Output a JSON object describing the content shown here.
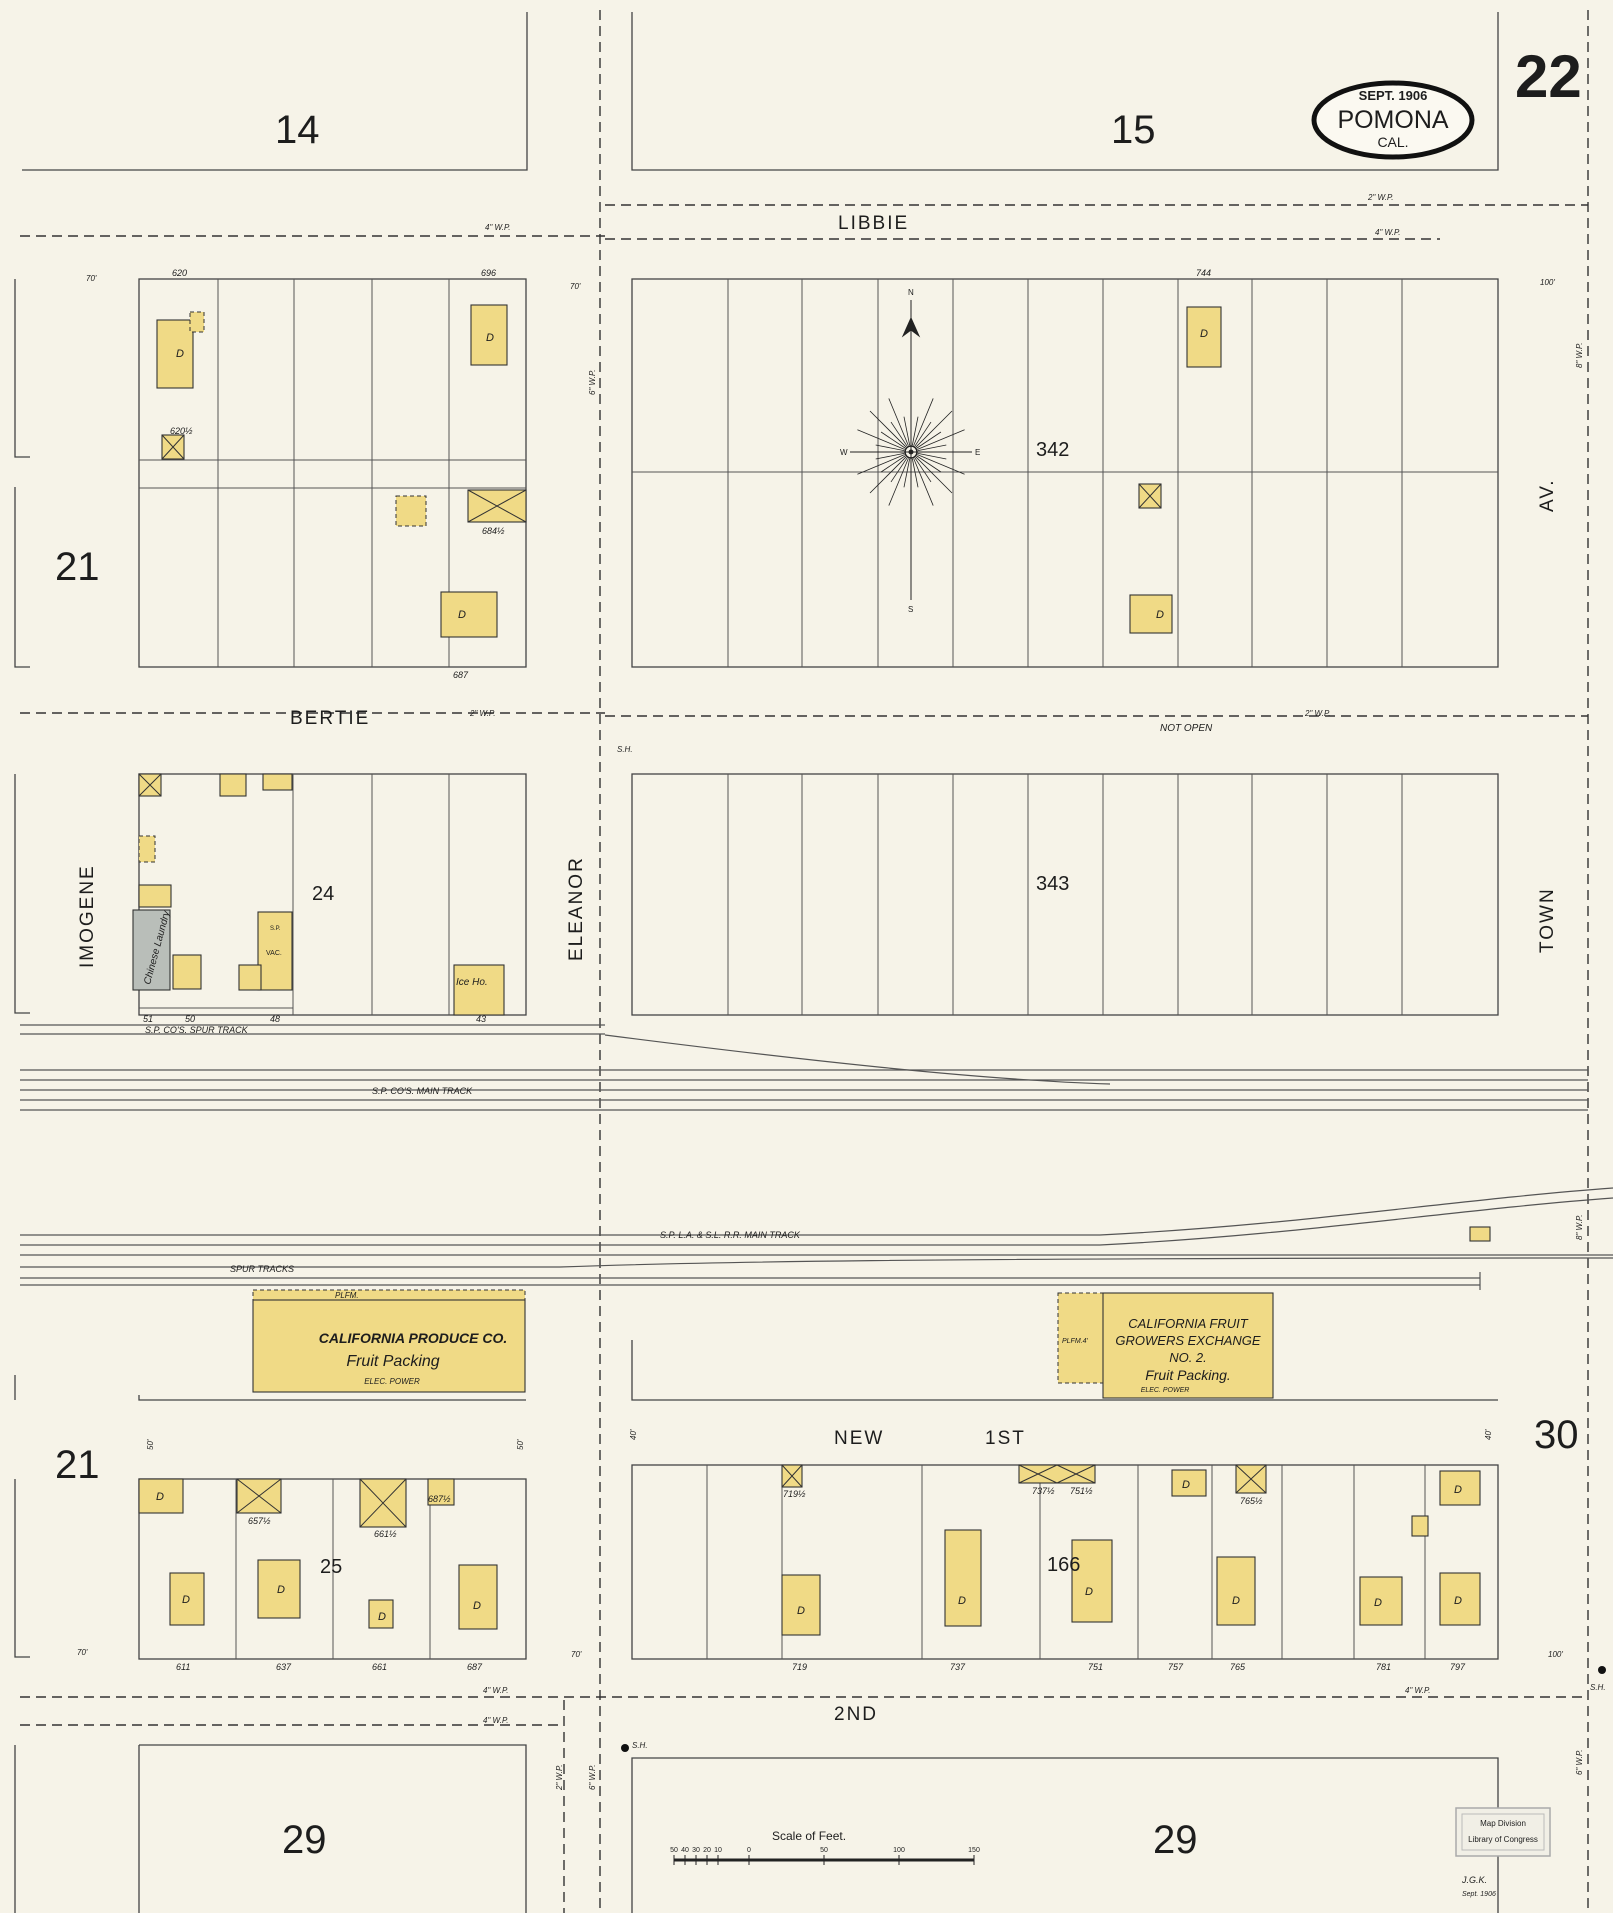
{
  "sheet": {
    "number": "22",
    "date": "SEPT. 1906",
    "city": "POMONA",
    "state": "CAL.",
    "surveyor": "J.G.K.",
    "survey_date": "Sept. 1906",
    "stamp_lines": [
      "Map Division",
      "Library of Congress"
    ]
  },
  "blocks": {
    "b14": "14",
    "b15": "15",
    "b21_top": "21",
    "b24": "24",
    "b342": "342",
    "b343": "343",
    "b21_bottom": "21",
    "b25": "25",
    "b166": "166",
    "b30": "30",
    "b29_left": "29",
    "b29_right": "29"
  },
  "streets": {
    "libbie": "LIBBIE",
    "bertie": "BERTIE",
    "imogene": "IMOGENE",
    "eleanor": "ELEANOR",
    "town": "TOWN",
    "av": "AV.",
    "new": "NEW",
    "first": "1ST",
    "second": "2ND",
    "not_open": "NOT OPEN"
  },
  "compass": {
    "n": "N",
    "s": "S",
    "e": "E",
    "w": "W"
  },
  "addresses": {
    "a620": "620",
    "a696": "696",
    "a744": "744",
    "a687": "687",
    "a684": "684½",
    "a620b": "620½",
    "a51": "51",
    "a50": "50",
    "a48": "48",
    "a43": "43",
    "a611": "611",
    "a637": "637",
    "a661": "661",
    "a687b": "687",
    "a657": "657½",
    "a661b": "661½",
    "a687c": "687½",
    "a719": "719",
    "a737": "737",
    "a751": "751",
    "a757": "757",
    "a765": "765",
    "a781": "781",
    "a797": "797",
    "a719b": "719½",
    "a737b": "737½",
    "a751b": "751½",
    "a765b": "765½"
  },
  "labels": {
    "chinese_laundry": "Chinese Laundry",
    "ice_ho": "Ice Ho.",
    "vac": "VAC.",
    "sp": "S.P.",
    "dwelling": "D",
    "spur_track_top": "S.P. CO'S. SPUR TRACK",
    "main_track_sp": "S.P. CO'S. MAIN TRACK",
    "main_track_la": "S.P. L.A. & S.L. R.R. MAIN TRACK",
    "spur_tracks": "SPUR TRACKS",
    "plfm": "PLFM.",
    "cal_produce_1": "CALIFORNIA PRODUCE CO.",
    "cal_produce_2": "Fruit Packing",
    "cal_produce_3": "ELEC. POWER",
    "cfge_1": "CALIFORNIA FRUIT",
    "cfge_2": "GROWERS EXCHANGE",
    "cfge_3": "NO. 2.",
    "cfge_4": "Fruit Packing.",
    "cfge_5": "ELEC. POWER",
    "plfm4": "PLFM.4'",
    "sh": "S.H.",
    "w4": "4\" W.P.",
    "w2": "2\" W.P.",
    "w6": "6\" W.P.",
    "w8": "8\" W.P.",
    "ft70": "70'",
    "ft100": "100'",
    "ft40": "40'",
    "ft50": "50'"
  },
  "scale": {
    "title": "Scale of Feet.",
    "ticks": [
      "50",
      "40",
      "30",
      "20",
      "10",
      "0",
      "50",
      "100",
      "150"
    ]
  }
}
